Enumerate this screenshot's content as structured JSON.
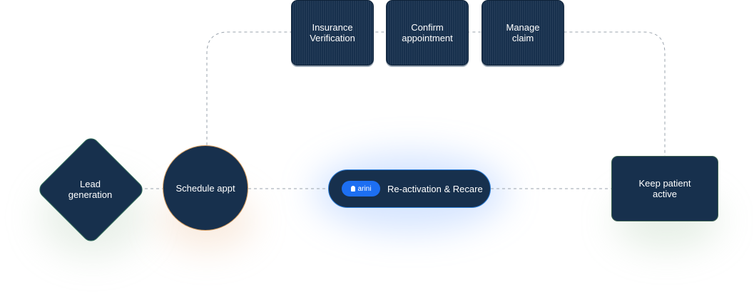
{
  "nodes": {
    "insurance": "Insurance\nVerification",
    "confirm": "Confirm\nappointment",
    "manage": "Manage\nclaim",
    "lead": "Lead\ngeneration",
    "schedule": "Schedule appt",
    "reactivation": "Re-activation & Recare",
    "keep": "Keep patient\nactive"
  },
  "brand_badge": "arini",
  "colors": {
    "node_fill": "#17304d",
    "connector": "#9aa3ad",
    "brand_blue": "#1d6ff2",
    "schedule_outline": "#d39a5c",
    "pill_outline": "#2a7bd6"
  }
}
